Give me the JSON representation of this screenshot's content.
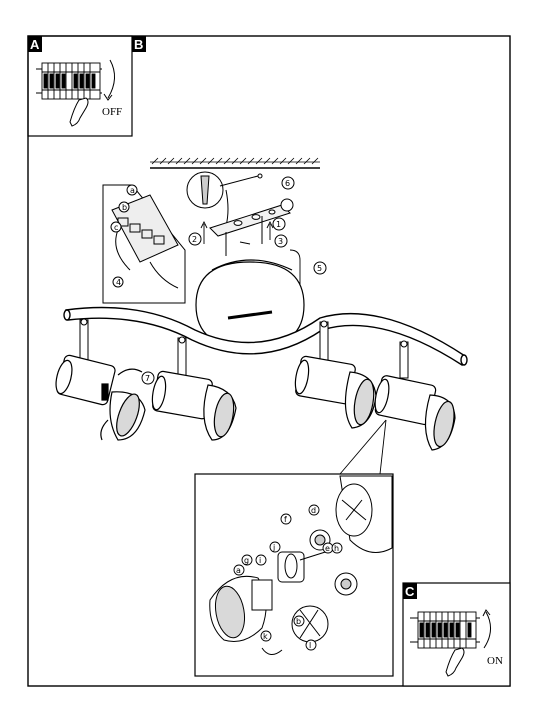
{
  "panels": {
    "a": {
      "tag": "A",
      "switch_label": "OFF"
    },
    "b": {
      "tag": "B"
    },
    "c": {
      "tag": "C",
      "switch_label": "ON"
    }
  },
  "mount_callouts": [
    "a",
    "b",
    "c",
    "2",
    "4",
    "6",
    "1",
    "3",
    "5",
    "7"
  ],
  "detail_callouts": [
    "d",
    "e",
    "f",
    "h",
    "j",
    "i",
    "g",
    "a",
    "k",
    "b",
    "l"
  ],
  "colors": {
    "line": "#000000",
    "panel_tag_bg": "#000000",
    "shade_fill": "#d9d9d9",
    "background": "#ffffff"
  }
}
